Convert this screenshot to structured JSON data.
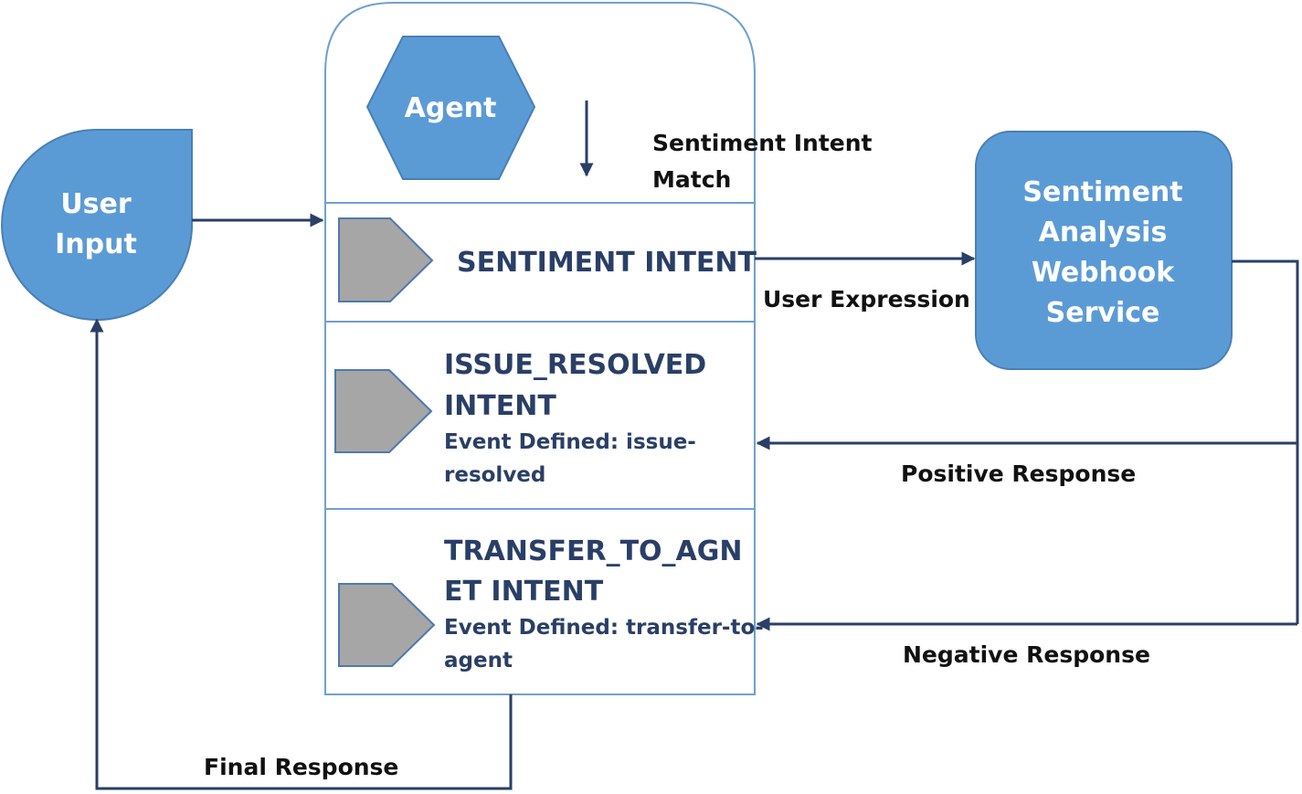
{
  "nodes": {
    "user_input": [
      "User",
      "Input"
    ],
    "agent": "Agent",
    "webhook": [
      "Sentiment",
      "Analysis",
      "Webhook",
      "Service"
    ]
  },
  "intents": {
    "sentiment": "SENTIMENT INTENT",
    "issue_resolved": {
      "title": [
        "ISSUE_RESOLVED",
        "INTENT"
      ],
      "event": [
        "Event Defined: issue-",
        "resolved"
      ]
    },
    "transfer_to_agent": {
      "title": [
        "TRANSFER_TO_AGN",
        "ET INTENT"
      ],
      "event": [
        "Event Defined: transfer-to-",
        "agent"
      ]
    }
  },
  "edge_labels": {
    "sentiment_intent_match": [
      "Sentiment Intent",
      "Match"
    ],
    "user_expression": "User Expression",
    "positive_response": "Positive Response",
    "negative_response": "Negative Response",
    "final_response": "Final Response"
  },
  "colors": {
    "node_fill": "#5b9bd5",
    "node_stroke": "#4a7fb5",
    "intent_text": "#2a3f66",
    "arrow": "#2a3f66",
    "intent_icon": "#a6a6a6"
  }
}
